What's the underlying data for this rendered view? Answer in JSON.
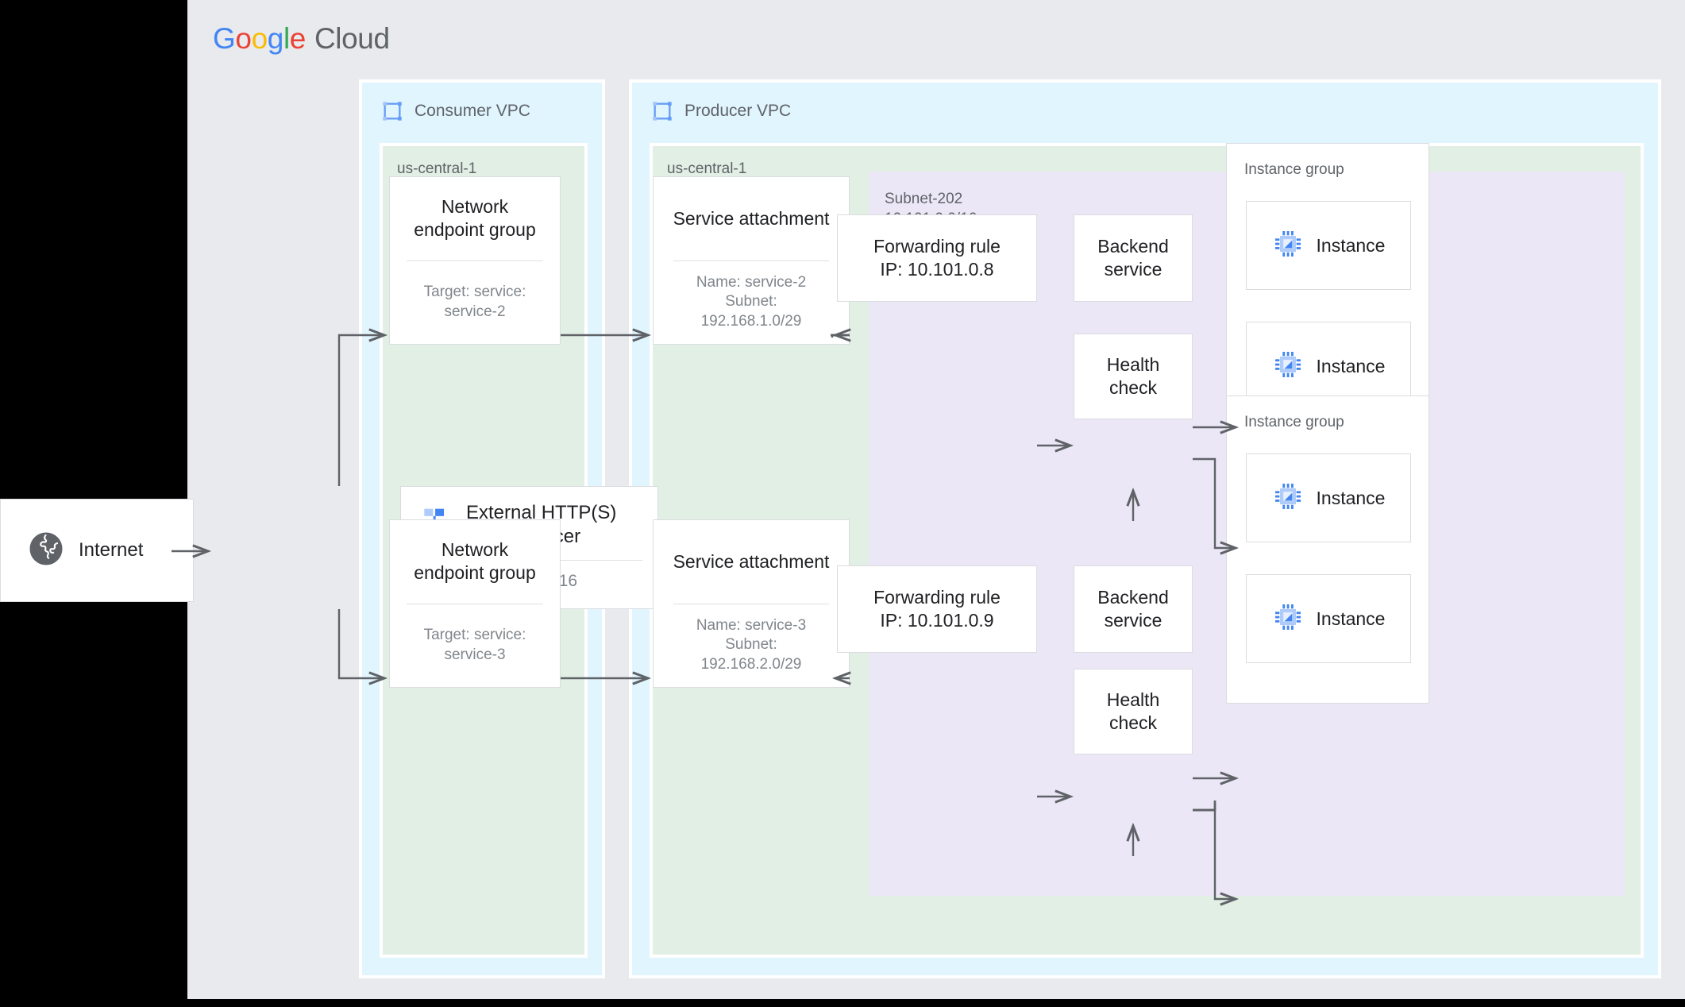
{
  "brand": {
    "name_google": "Google",
    "name_cloud": "Cloud",
    "letters": [
      "G",
      "o",
      "o",
      "g",
      "l",
      "e"
    ],
    "colors": {
      "blue": "#4285f4",
      "red": "#ea4335",
      "yellow": "#fbbc05",
      "green": "#34a853",
      "gray_text": "#5f6368",
      "page_bg": "#e8eaed",
      "vpc_bg": "#e1f5fe",
      "region_bg": "#e2efe4",
      "subnet_bg": "#ece7f6",
      "card_bg": "#ffffff",
      "border": "#dadce0",
      "wire": "#5f6368"
    }
  },
  "internet": {
    "label": "Internet",
    "icon": "globe-icon"
  },
  "load_balancer": {
    "title": "External HTTP(S)\nload balancer",
    "ip": "203.0.113.16",
    "icon": "load-balancer-icon"
  },
  "vpcs": [
    {
      "id": "consumer",
      "title": "Consumer VPC",
      "icon": "vpc-icon",
      "region": {
        "label": "us-central-1",
        "nodes": [
          {
            "id": "neg-top",
            "title": "Network\nendpoint group",
            "sub": "Target: service:\nservice-2"
          },
          {
            "id": "neg-bottom",
            "title": "Network\nendpoint group",
            "sub": "Target: service:\nservice-3"
          }
        ]
      }
    },
    {
      "id": "producer",
      "title": "Producer VPC",
      "icon": "vpc-icon",
      "region": {
        "label": "us-central-1",
        "nodes": [
          {
            "id": "sa-top",
            "title": "Service attachment",
            "sub": "Name: service-2\nSubnet:\n192.168.1.0/29"
          },
          {
            "id": "sa-bottom",
            "title": "Service attachment",
            "sub": "Name: service-3\nSubnet:\n192.168.2.0/29"
          }
        ],
        "subnet": {
          "label": "Subnet-202\n10.101.0.0/16",
          "rows": [
            {
              "id": "row-top",
              "forwarding_rule": "Forwarding rule\nIP: 10.101.0.8",
              "backend_service": "Backend\nservice",
              "health_check": "Health\ncheck",
              "instance_group": {
                "label": "Instance group",
                "instances": [
                  {
                    "label": "Instance",
                    "icon": "chip-icon"
                  },
                  {
                    "label": "Instance",
                    "icon": "chip-icon"
                  }
                ]
              }
            },
            {
              "id": "row-bottom",
              "forwarding_rule": "Forwarding rule\nIP: 10.101.0.9",
              "backend_service": "Backend\nservice",
              "health_check": "Health\ncheck",
              "instance_group": {
                "label": "Instance group",
                "instances": [
                  {
                    "label": "Instance",
                    "icon": "chip-icon"
                  },
                  {
                    "label": "Instance",
                    "icon": "chip-icon"
                  }
                ]
              }
            }
          ]
        }
      }
    }
  ]
}
